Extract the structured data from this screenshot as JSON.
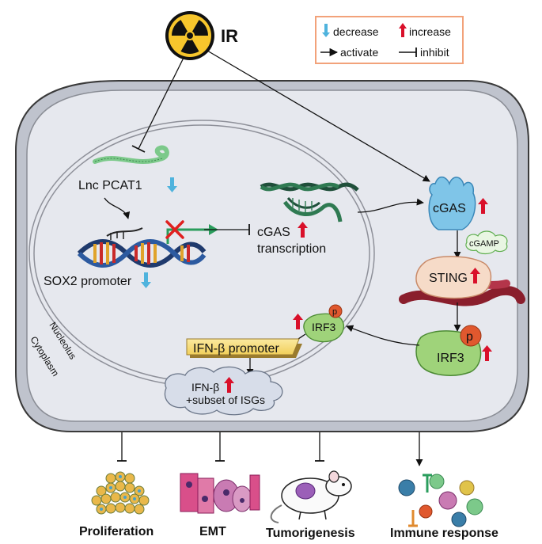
{
  "ir": {
    "label": "IR",
    "icon": "radiation-icon"
  },
  "legend": {
    "decrease": "decrease",
    "increase": "increase",
    "activate": "activate",
    "inhibit": "inhibit",
    "border_color": "#f2a27a"
  },
  "compartments": {
    "nucleolus": "Nucleolus",
    "cytoplasm": "Cytoplasm"
  },
  "nucleus": {
    "lnc": "Lnc PCAT1",
    "sox2": "SOX2 promoter",
    "cgas_line1": "cGAS",
    "cgas_line2": "transcription"
  },
  "pathway": {
    "cgas": "cGAS",
    "cgamp": "cGAMP",
    "sting": "STING",
    "irf3": "IRF3",
    "p": "p",
    "irf3_nuclear": "IRF3",
    "ifn_promoter": "IFN-β promoter",
    "ifn_line1": "IFN-β",
    "ifn_line2": "+subset of ISGs"
  },
  "outcomes": {
    "proliferation": "Proliferation",
    "emt": "EMT",
    "tumorigenesis": "Tumorigenesis",
    "immune": "Immune response"
  },
  "colors": {
    "increase": "#d9102a",
    "decrease": "#4fb3dd",
    "cell_fill": "#e6e8ee",
    "cgas_fill": "#7fc5e8",
    "sting_fill": "#f6dbc8",
    "irf3_fill": "#9fd37a",
    "p_fill": "#e0582e"
  }
}
